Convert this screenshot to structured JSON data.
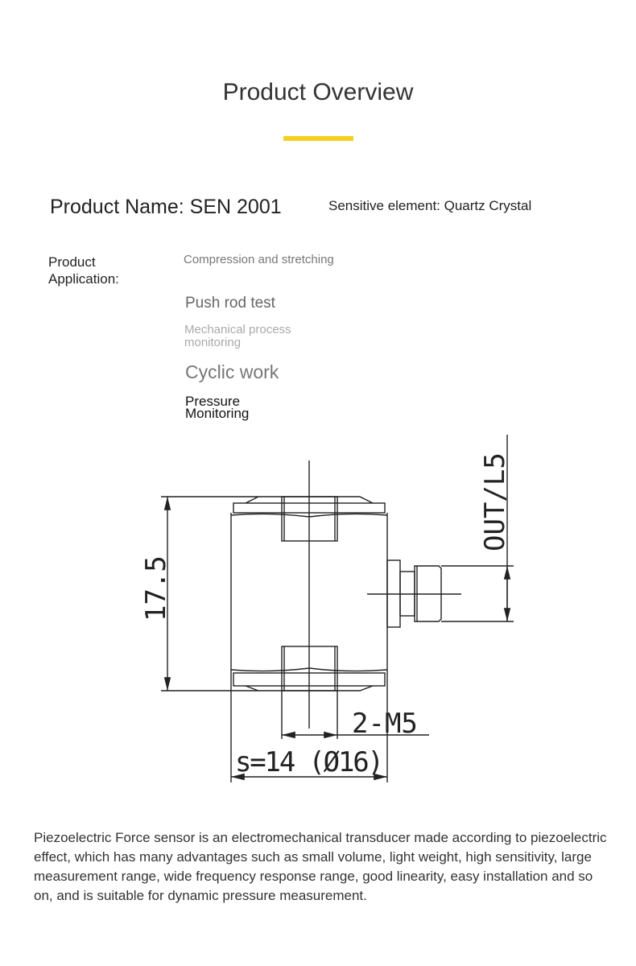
{
  "header": {
    "title": "Product Overview",
    "accent_color": "#f5d020"
  },
  "specs": {
    "product_name": "Product Name: SEN 2001",
    "sensitive_element": "Sensitive element: Quartz Crystal"
  },
  "application": {
    "label": "Product Application:",
    "items": [
      "Compression and stretching",
      "Push rod test",
      "Mechanical process monitoring",
      "Cyclic work",
      "Pressure Monitoring"
    ]
  },
  "drawing": {
    "height_dim": "17.5",
    "output_dim": "OUT/L5",
    "thread_dim": "2-M5",
    "width_dim": "s=14 (Ø16)"
  },
  "description": "Piezoelectric Force sensor is an electromechanical transducer made according to piezoelectric effect, which has many advantages such as small volume, light weight, high sensitivity, large measurement range, wide frequency response range, good linearity, easy installation and so on, and is suitable for dynamic pressure measurement."
}
